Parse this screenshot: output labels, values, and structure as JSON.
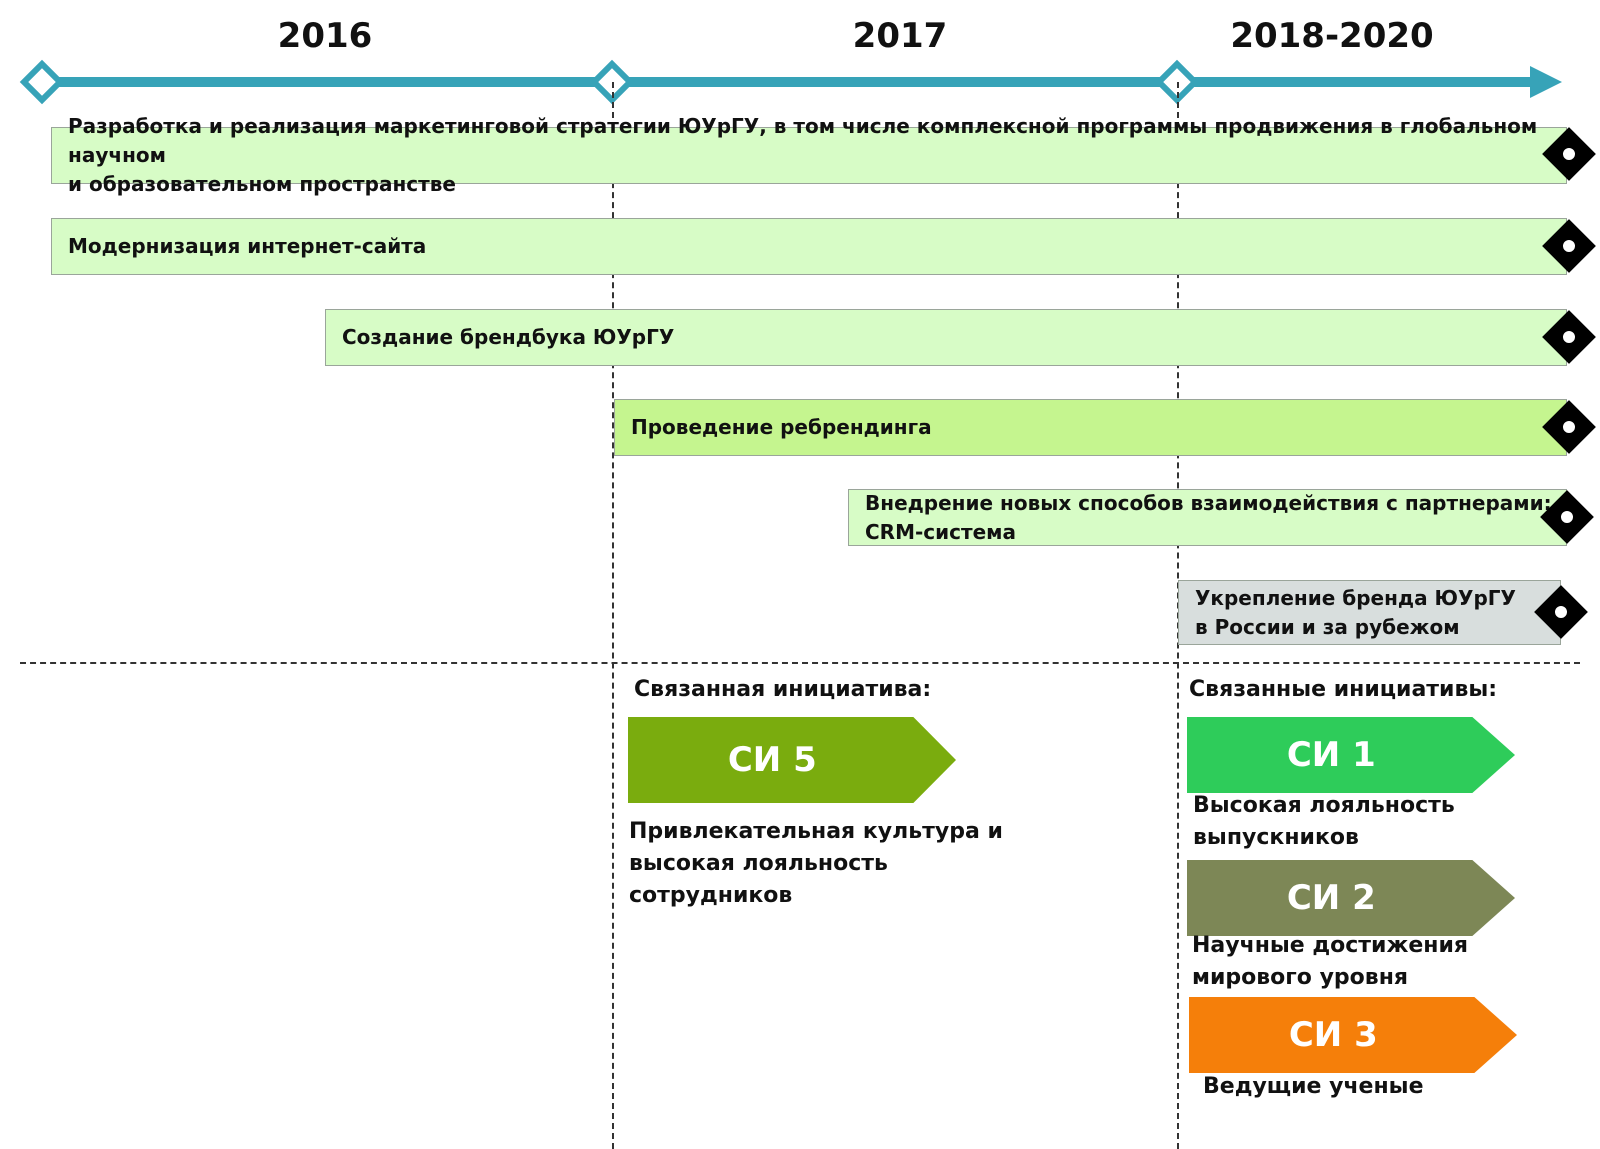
{
  "timeline": {
    "years": [
      "2016",
      "2017",
      "2018-2020"
    ],
    "axis_color": "#37a3b8"
  },
  "tasks": [
    {
      "label": "Разработка  и реализация маркетинговой стратегии ЮУрГУ, в том числе комплексной программы продвижения в глобальном научном\nи образовательном пространстве"
    },
    {
      "label": "Модернизация интернет-сайта"
    },
    {
      "label": "Создание брендбука ЮУрГУ"
    },
    {
      "label": "Проведение ребрендинга"
    },
    {
      "label": "Внедрение новых способов взаимодействия с партнерами:\nCRM-система"
    },
    {
      "label": "Укрепление бренда ЮУрГУ\nв России и за рубежом"
    }
  ],
  "initiatives": {
    "heading_single": "Связанная инициатива:",
    "heading_multi": "Связанные инициативы:",
    "items": [
      {
        "code": "СИ 5",
        "description": "Привлекательная культура и\nвысокая лояльность\nсотрудников",
        "color": "#7aac0e"
      },
      {
        "code": "СИ 1",
        "description": "Высокая лояльность\nвыпускников",
        "color": "#2ecc5a"
      },
      {
        "code": "СИ 2",
        "description": "Научные достижения\nмирового уровня",
        "color": "#7d8756"
      },
      {
        "code": "СИ 3",
        "description": "Ведущие ученые",
        "color": "#f57f0a"
      }
    ]
  }
}
